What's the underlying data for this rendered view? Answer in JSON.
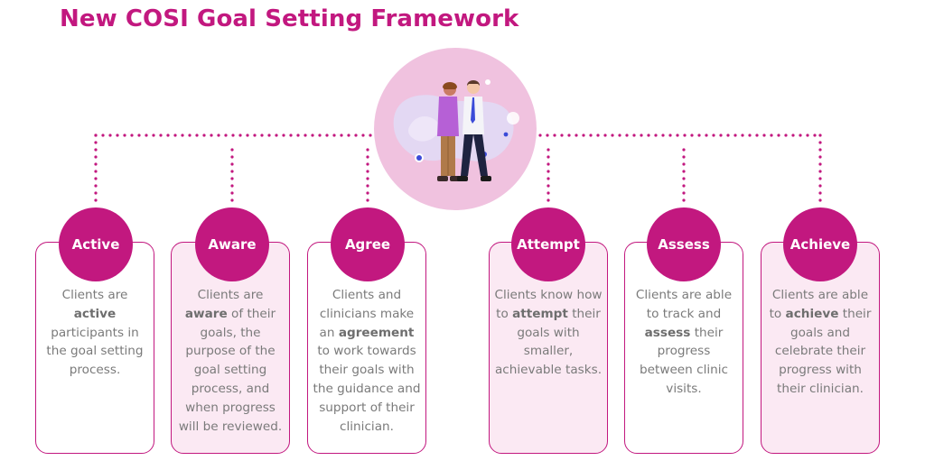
{
  "title": "New COSI Goal Setting Framework",
  "colors": {
    "accent": "#c2187f",
    "card_tint": "#fbe9f3",
    "hero_bg": "#f0c2df"
  },
  "illustration": "two-people-talking-illustration",
  "steps": [
    {
      "label": "Active",
      "style": "plain",
      "parts": [
        {
          "t": "Clients are "
        },
        {
          "t": "active",
          "b": true
        },
        {
          "t": " participants in the goal setting process."
        }
      ]
    },
    {
      "label": "Aware",
      "style": "tint",
      "parts": [
        {
          "t": "Clients are "
        },
        {
          "t": "aware",
          "b": true
        },
        {
          "t": " of their goals, the purpose of the goal setting process, and when progress will be reviewed."
        }
      ]
    },
    {
      "label": "Agree",
      "style": "plain",
      "parts": [
        {
          "t": "Clients and clinicians make an "
        },
        {
          "t": "agreement",
          "b": true
        },
        {
          "t": " to work towards their goals with the guidance and support of their clinician."
        }
      ]
    },
    {
      "label": "Attempt",
      "style": "tint",
      "parts": [
        {
          "t": "Clients know how to "
        },
        {
          "t": "attempt",
          "b": true
        },
        {
          "t": " their goals with smaller, achievable tasks."
        }
      ]
    },
    {
      "label": "Assess",
      "style": "plain",
      "parts": [
        {
          "t": "Clients are able to track and "
        },
        {
          "t": "assess",
          "b": true
        },
        {
          "t": " their progress between clinic visits."
        }
      ]
    },
    {
      "label": "Achieve",
      "style": "tint",
      "parts": [
        {
          "t": "Clients are able to "
        },
        {
          "t": "achieve",
          "b": true
        },
        {
          "t": " their goals and celebrate their progress with their clinician."
        }
      ]
    }
  ]
}
